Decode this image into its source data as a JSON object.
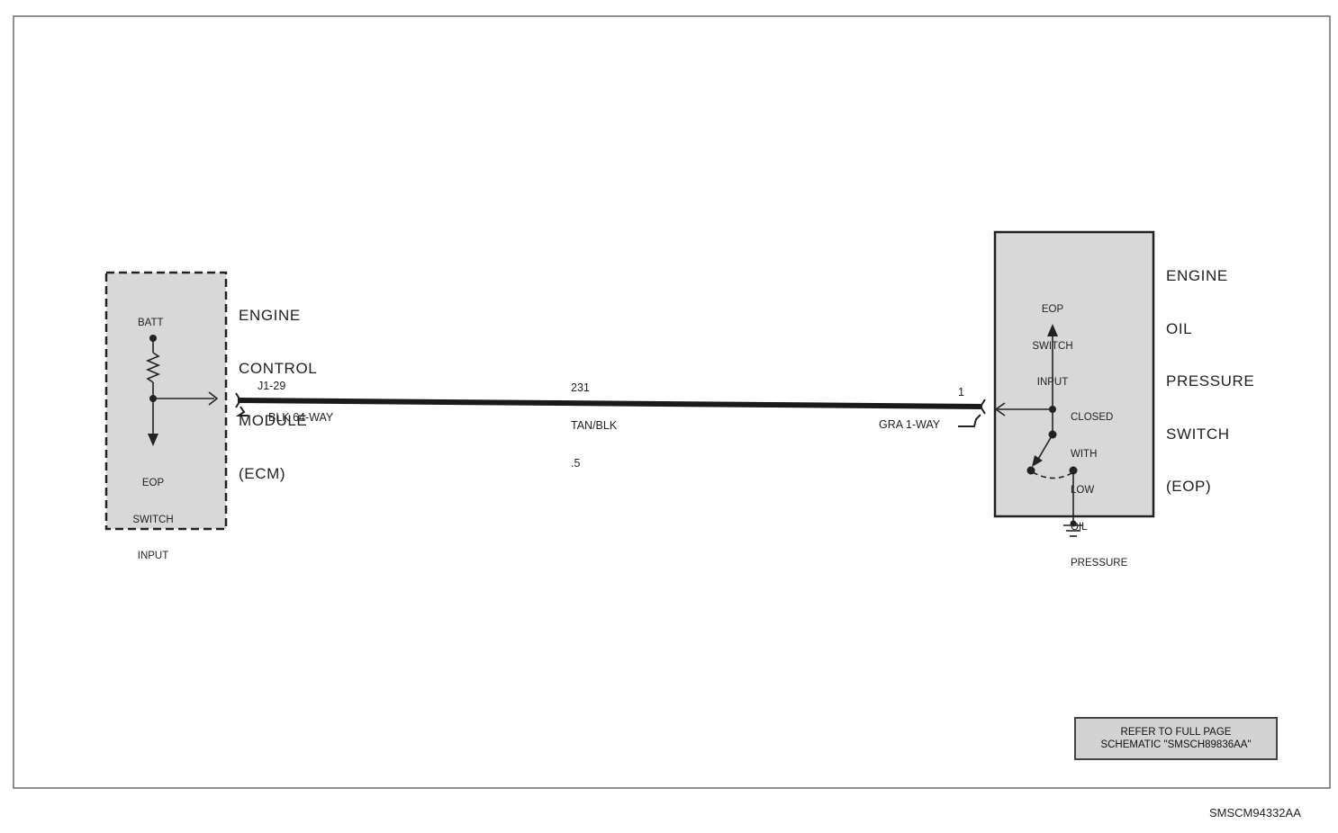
{
  "ecm": {
    "title_lines": [
      "ENGINE",
      "CONTROL",
      "MODULE",
      "(ECM)"
    ],
    "batt_label": "BATT",
    "input_lines": [
      "EOP",
      "SWITCH",
      "INPUT"
    ],
    "pin_label": "J1-29",
    "connector_label": "BLK 64-WAY"
  },
  "wire": {
    "circuit": "231",
    "color": "TAN/BLK",
    "gauge": ".5"
  },
  "eop": {
    "title_lines": [
      "ENGINE",
      "OIL",
      "PRESSURE",
      "SWITCH",
      "(EOP)"
    ],
    "input_lines": [
      "EOP",
      "SWITCH",
      "INPUT"
    ],
    "state_lines": [
      "CLOSED",
      "WITH",
      "LOW",
      "OIL",
      "PRESSURE"
    ],
    "pin_label": "1",
    "connector_label": "GRA 1-WAY"
  },
  "reference_note": {
    "line1": "REFER TO FULL PAGE",
    "line2": "SCHEMATIC \"SMSCH89836AA\""
  },
  "figure_id": "SMSCM94332AA",
  "colors": {
    "component_fill": "#d8d8d8",
    "ink": "#222222"
  }
}
